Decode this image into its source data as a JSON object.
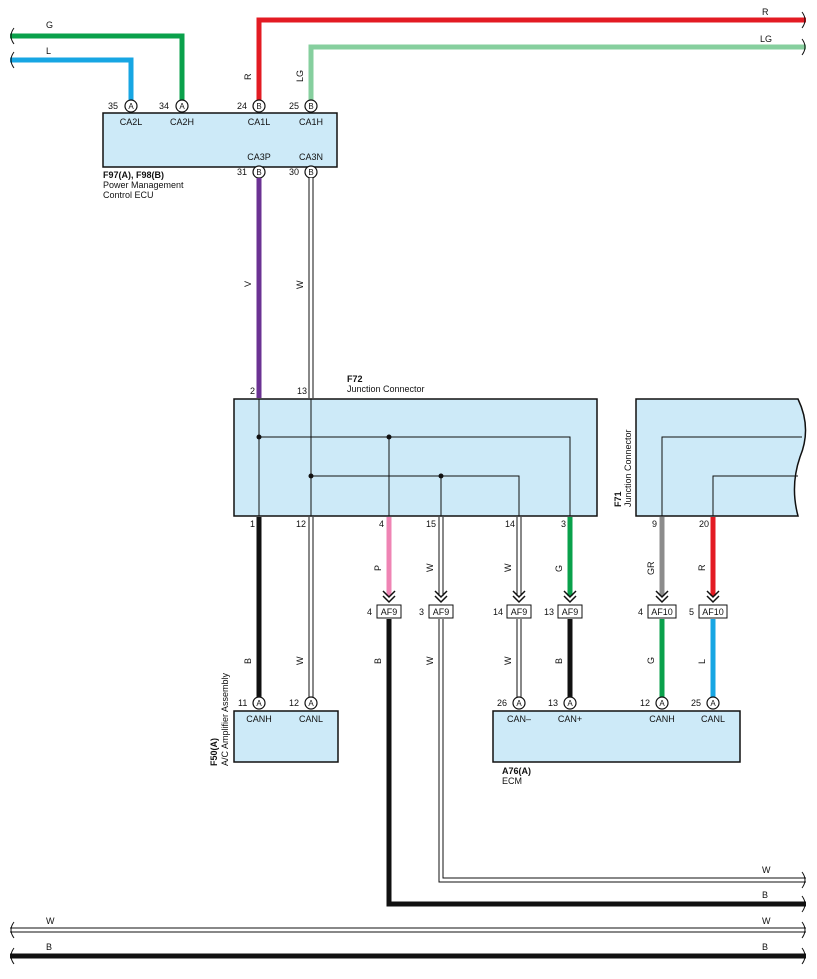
{
  "colors": {
    "G": "#0aa14b",
    "L": "#17a6e3",
    "R": "#e31b23",
    "LG": "#86cf9e",
    "V": "#6b3293",
    "W": "#ffffff",
    "B": "#111111",
    "P": "#ef84b4",
    "GR": "#8c8c8c",
    "box_fill": "#cdeaf8"
  },
  "top_wires": {
    "g": "G",
    "l": "L",
    "r_side": "R",
    "r_vert": "R",
    "lg_side": "LG",
    "lg_vert": "LG"
  },
  "ecu": {
    "name1": "F97(A), F98(B)",
    "name2": "Power Management",
    "name3": "Control ECU",
    "pins": [
      {
        "num": "35",
        "conn": "A",
        "label": "CA2L"
      },
      {
        "num": "34",
        "conn": "A",
        "label": "CA2H"
      },
      {
        "num": "24",
        "conn": "B",
        "label": "CA1L"
      },
      {
        "num": "25",
        "conn": "B",
        "label": "CA1H"
      }
    ],
    "bottom_pins": [
      {
        "num": "31",
        "conn": "B",
        "label": "CA3P"
      },
      {
        "num": "30",
        "conn": "B",
        "label": "CA3N"
      }
    ],
    "wire_v": "V",
    "wire_w": "W"
  },
  "f72": {
    "code": "F72",
    "name": "Junction Connector",
    "top_pins": [
      "2",
      "13"
    ],
    "bottom_pins": [
      "1",
      "12",
      "4",
      "15",
      "14",
      "3"
    ]
  },
  "f71": {
    "code": "F71",
    "name": "Junction Connector",
    "bottom_pins": [
      "9",
      "20"
    ]
  },
  "f72_wires": [
    "B",
    "W",
    "P",
    "W",
    "W",
    "G"
  ],
  "f71_wires": [
    "GR",
    "R"
  ],
  "af_connectors": [
    {
      "num": "4",
      "label": "AF9"
    },
    {
      "num": "3",
      "label": "AF9"
    },
    {
      "num": "14",
      "label": "AF9"
    },
    {
      "num": "13",
      "label": "AF9"
    },
    {
      "num": "4",
      "label": "AF10"
    },
    {
      "num": "5",
      "label": "AF10"
    }
  ],
  "below_af_wires": [
    "B",
    "W",
    "W",
    "B",
    "G",
    "L"
  ],
  "f50": {
    "code": "F50(A)",
    "name": "A/C Amplifier Assembly",
    "wire_b": "B",
    "wire_w": "W",
    "pins": [
      {
        "num": "11",
        "conn": "A",
        "label": "CANH"
      },
      {
        "num": "12",
        "conn": "A",
        "label": "CANL"
      }
    ]
  },
  "ecm": {
    "code": "A76(A)",
    "name": "ECM",
    "pins": [
      {
        "num": "26",
        "conn": "A",
        "label": "CAN–"
      },
      {
        "num": "13",
        "conn": "A",
        "label": "CAN+"
      },
      {
        "num": "12",
        "conn": "A",
        "label": "CANH"
      },
      {
        "num": "25",
        "conn": "A",
        "label": "CANL"
      }
    ]
  },
  "bottom_wires": [
    "W",
    "B",
    "W",
    "B"
  ]
}
